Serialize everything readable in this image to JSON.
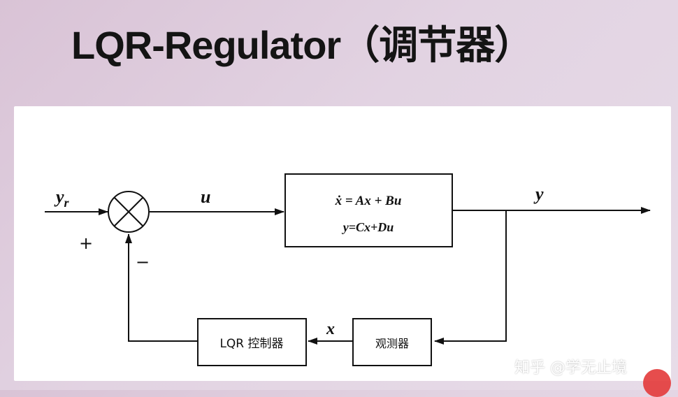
{
  "title": "LQR-Regulator（调节器）",
  "diagram": {
    "input_label_main": "y",
    "input_label_sub": "r",
    "plus_sign": "+",
    "minus_sign": "−",
    "control_signal": "u",
    "output_signal": "y",
    "state_signal": "x",
    "plant": {
      "state_equation": "ẋ = Ax + Bu",
      "output_equation": "y=Cx+Du"
    },
    "controller_label": "LQR 控制器",
    "observer_label": "观测器"
  },
  "watermark": "知乎 @学无止境",
  "colors": {
    "line": "#111111",
    "background": "#ffffff",
    "cursor": "#e33a3a"
  }
}
